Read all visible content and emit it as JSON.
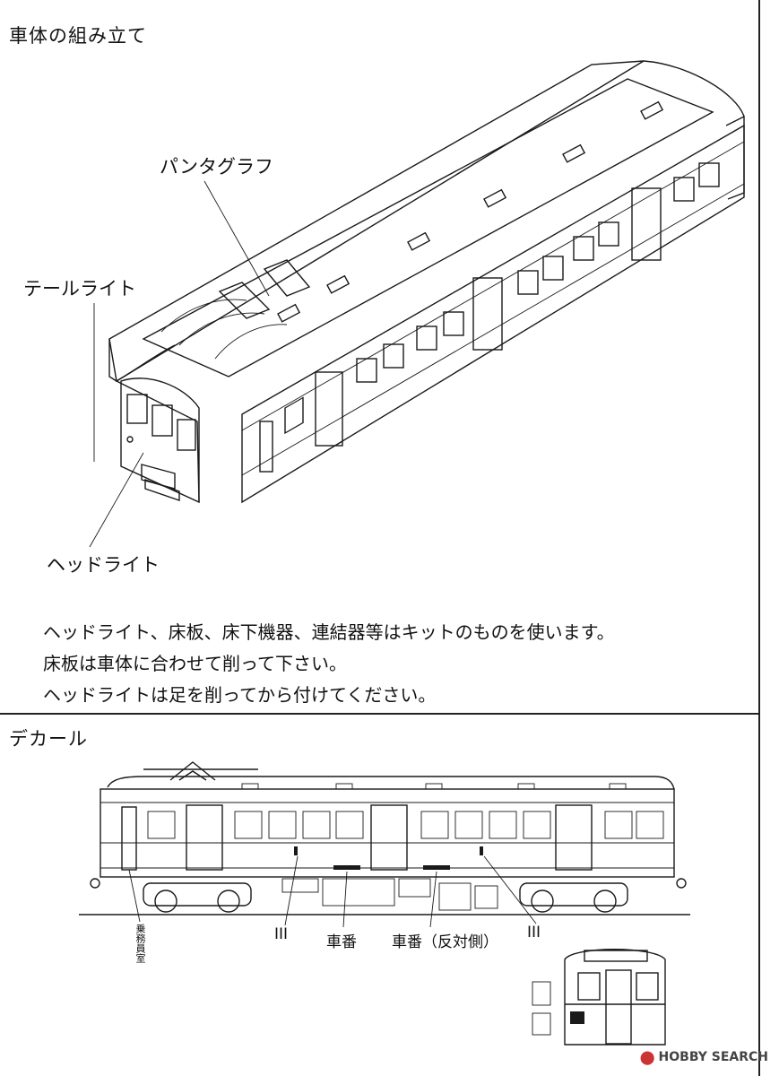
{
  "section1": {
    "title": "車体の組み立て",
    "labels": {
      "pantograph": "パンタグラフ",
      "taillight": "テールライト",
      "headlight": "ヘッドライト"
    },
    "notes": [
      "ヘッドライト、床板、床下機器、連結器等はキットのものを使います。",
      "床板は車体に合わせて削って下さい。",
      "ヘッドライトは足を削ってから付けてください。"
    ]
  },
  "section2": {
    "title": "デカール",
    "labels": {
      "mark_left": "III",
      "car_number": "車番",
      "car_number_opposite": "車番（反対側）",
      "mark_right": "III",
      "crew_room": "乗務員室"
    }
  },
  "watermark": {
    "brand": "HOBBY SEARCH",
    "icon": "hobby-search-logo-icon"
  },
  "colors": {
    "line": "#1a1a1a",
    "background": "#ffffff",
    "watermark_accent": "#c33333"
  }
}
